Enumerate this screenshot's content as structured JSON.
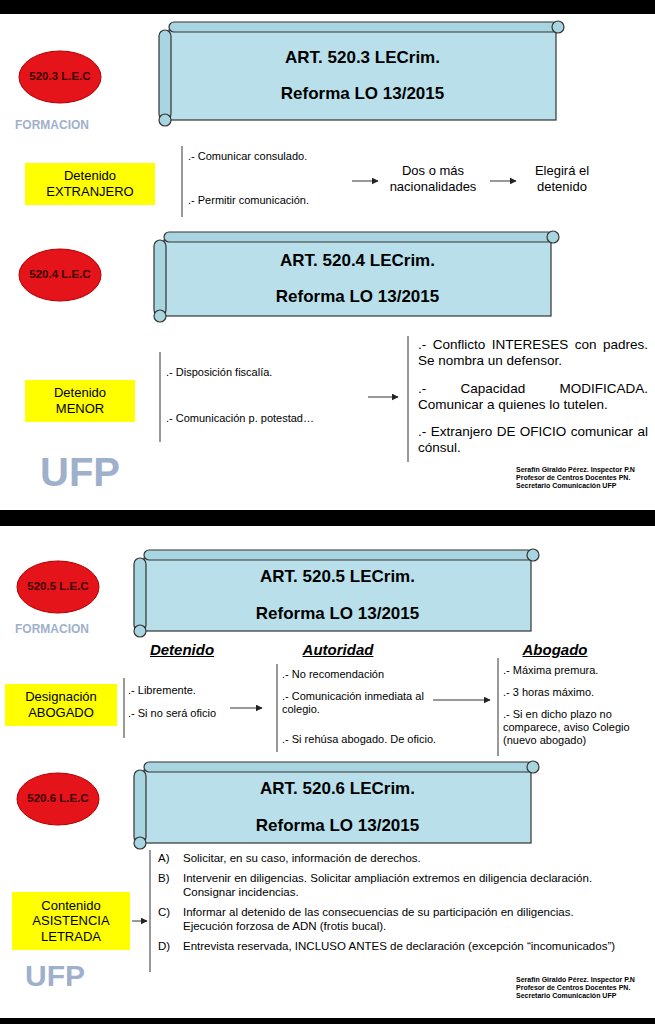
{
  "diagram": {
    "nodes": [
      {
        "text": [
          "520.3 L.E.C"
        ]
      },
      {
        "text": [
          "ART. 520.3 LECrim.",
          "Reforma LO 13/2015"
        ]
      },
      {
        "text": [
          "Detenido EXTRANJERO"
        ]
      },
      {
        "text": [
          "520.4 L.E.C"
        ]
      },
      {
        "text": [
          "ART. 520.4 LECrim.",
          "Reforma LO 13/2015"
        ]
      },
      {
        "text": [
          "Detenido MENOR"
        ]
      },
      {
        "text": [
          "520.5 L.E.C"
        ]
      },
      {
        "text": [
          "ART. 520.5 LECrim.",
          "Reforma LO 13/2015"
        ]
      },
      {
        "text": [
          "Designación ABOGADO"
        ]
      },
      {
        "text": [
          "520.6 L.E.C"
        ]
      },
      {
        "text": [
          "ART. 520.6 LECrim.",
          "Reforma LO 13/2015"
        ]
      },
      {
        "text": [
          "Contenido ASISTENCIA LETRADA"
        ]
      }
    ],
    "labels": [
      ".- Comunicar consulado.",
      ".- Permitir comunicación.",
      "Dos o más nacionalidades",
      "Elegirá el detenido",
      ".- Disposición fiscalía.",
      ".- Comunicación p. potestad…",
      ".- Conflicto INTERESES con padres. Se nombra un defensor.",
      ".- Capacidad MODIFICADA. Comunicar a quienes lo tutelen.",
      ".- Extranjero DE OFICIO comunicar al cónsul.",
      "Serafín Giraldo Pérez. Inspector P.N Profesor de Centros Docentes PN. Secretario Comunicación UFP",
      "FORMACION",
      "UFP",
      "Detenido",
      "Autoridad",
      "Abogado",
      ".- Libremente.",
      ".- Si no será oficio",
      ".- No recomendación",
      ".- Comunicación inmediata al colegio.",
      ".- Si rehúsa abogado. De oficio.",
      ".- Máxima premura.",
      ".- 3 horas máximo.",
      ".- Si en dicho plazo no comparece, aviso Colegio (nuevo abogado)",
      "A)",
      "Solicitar, en su caso, información de derechos.",
      "B)",
      "Intervenir en diligencias. Solicitar ampliación extremos en diligencia declaración. Consignar incidencias.",
      "C)",
      "Informar al detenido de las consecuencias de su participación en diligencias. Ejecución forzosa de ADN (frotis bucal).",
      "D)",
      "Entrevista reservada, INCLUSO ANTES de declaración (excepción “incomunicados”)",
      "Serafín Giraldo Pérez. Inspector P.N Profesor de Centros Docentes PN. Secretario Comunicación UFP",
      "FORMACION",
      "UFP"
    ]
  }
}
